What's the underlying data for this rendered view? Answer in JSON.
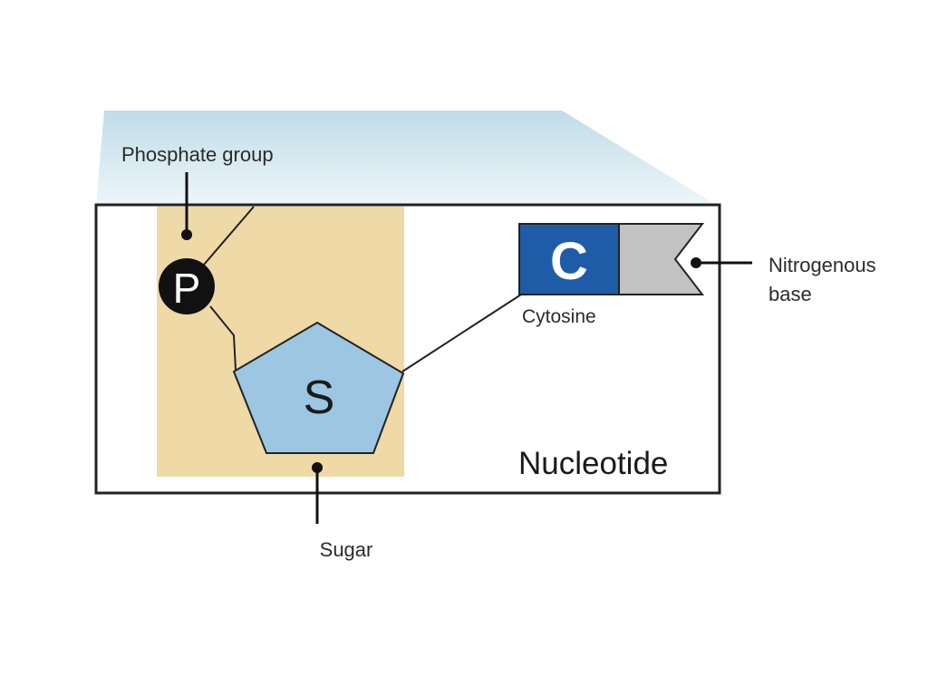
{
  "diagram": {
    "title": "Nucleotide",
    "phosphate": {
      "label": "Phosphate group",
      "symbol": "P"
    },
    "sugar": {
      "label": "Sugar",
      "symbol": "S"
    },
    "base": {
      "label_line1": "Nitrogenous",
      "label_line2": "base",
      "symbol": "C",
      "name": "Cytosine"
    }
  },
  "colors": {
    "sugar_band": "#efd9a6",
    "pentagon": "#9cc6e2",
    "base_block": "#1f5ca8",
    "base_tail": "#c2c2c2",
    "phosphate": "#111111",
    "top_gradient_start": "#bfdce8"
  }
}
